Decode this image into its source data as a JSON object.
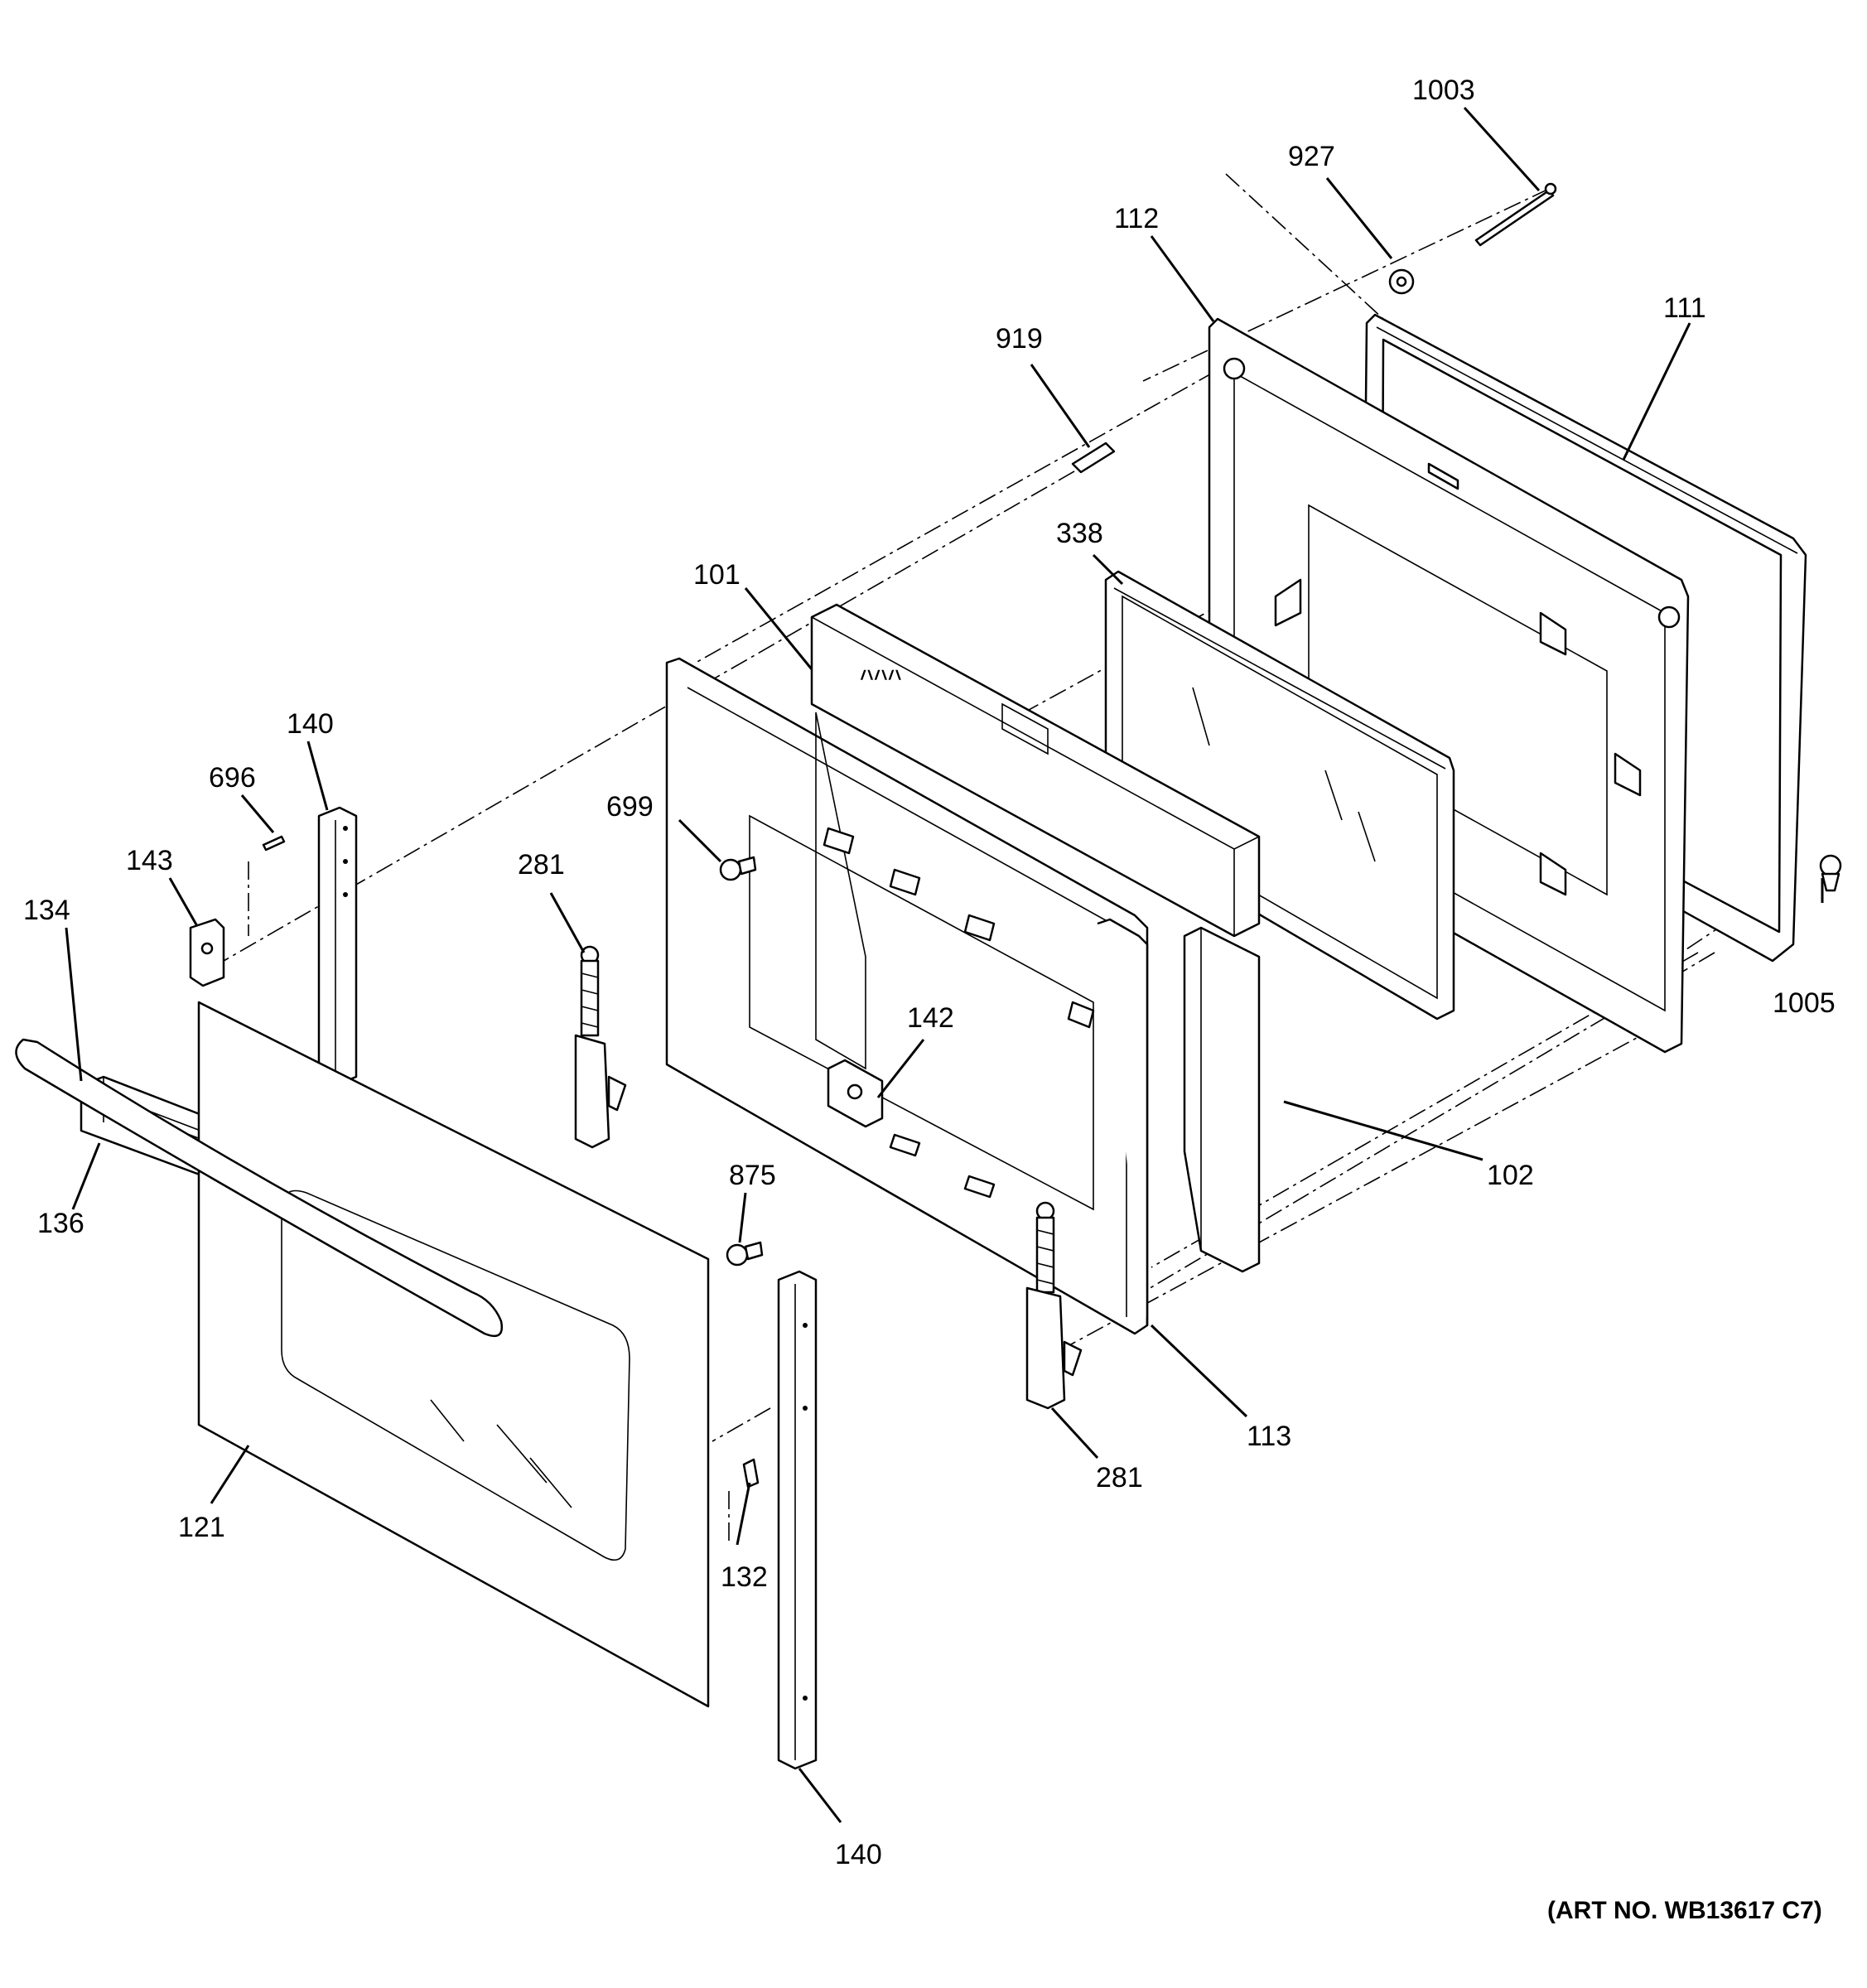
{
  "diagram": {
    "art_number": "(ART NO. WB13617 C7)",
    "callouts": [
      {
        "id": "c1003",
        "label": "1003"
      },
      {
        "id": "c927",
        "label": "927"
      },
      {
        "id": "c112",
        "label": "112"
      },
      {
        "id": "c111",
        "label": "111"
      },
      {
        "id": "c919",
        "label": "919"
      },
      {
        "id": "c338",
        "label": "338"
      },
      {
        "id": "c101",
        "label": "101"
      },
      {
        "id": "c140a",
        "label": "140"
      },
      {
        "id": "c696",
        "label": "696"
      },
      {
        "id": "c699",
        "label": "699"
      },
      {
        "id": "c143",
        "label": "143"
      },
      {
        "id": "c281a",
        "label": "281"
      },
      {
        "id": "c134",
        "label": "134"
      },
      {
        "id": "c142",
        "label": "142"
      },
      {
        "id": "c1005",
        "label": "1005"
      },
      {
        "id": "c136",
        "label": "136"
      },
      {
        "id": "c875",
        "label": "875"
      },
      {
        "id": "c102",
        "label": "102"
      },
      {
        "id": "c113",
        "label": "113"
      },
      {
        "id": "c281b",
        "label": "281"
      },
      {
        "id": "c121",
        "label": "121"
      },
      {
        "id": "c132",
        "label": "132"
      },
      {
        "id": "c140b",
        "label": "140"
      }
    ]
  }
}
